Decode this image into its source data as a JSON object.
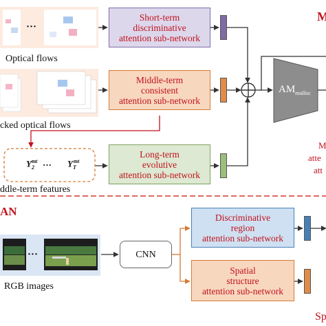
{
  "colors": {
    "purple": "#ddd7ec",
    "orange": "#f8d7bf",
    "green": "#dde9d2",
    "blue": "#cfe0f2",
    "red_accent": "#c0121c",
    "divider": "#d9534f"
  },
  "top": {
    "optical_flows_label": "Optical flows",
    "stacked_label": "cked optical flows",
    "middle_features_label": "ddle-term features",
    "ellipsis": "···",
    "feature_y2": "Y",
    "feature_yT": "Y",
    "sup_mt": "mt",
    "sub_2": "2",
    "sub_T": "T",
    "short_term": [
      "Short-term",
      "discriminative",
      "attention sub-network"
    ],
    "middle_term": [
      "Middle-term",
      "consistent",
      "attention sub-network"
    ],
    "long_term": [
      "Long-term",
      "evolutive",
      "attention sub-network"
    ],
    "am_main": "AM",
    "am_sub": "mulfoc",
    "right_partial": [
      "M",
      "M",
      "atte",
      "att"
    ]
  },
  "bottom": {
    "section_label": "AN",
    "rgb_label": "RGB images",
    "ellipsis": "···",
    "cnn": "CNN",
    "discriminative": [
      "Discriminative",
      "region",
      "attention sub-network"
    ],
    "spatial": [
      "Spatial",
      "structure",
      "attention sub-network"
    ],
    "right_partial": "Sp"
  }
}
